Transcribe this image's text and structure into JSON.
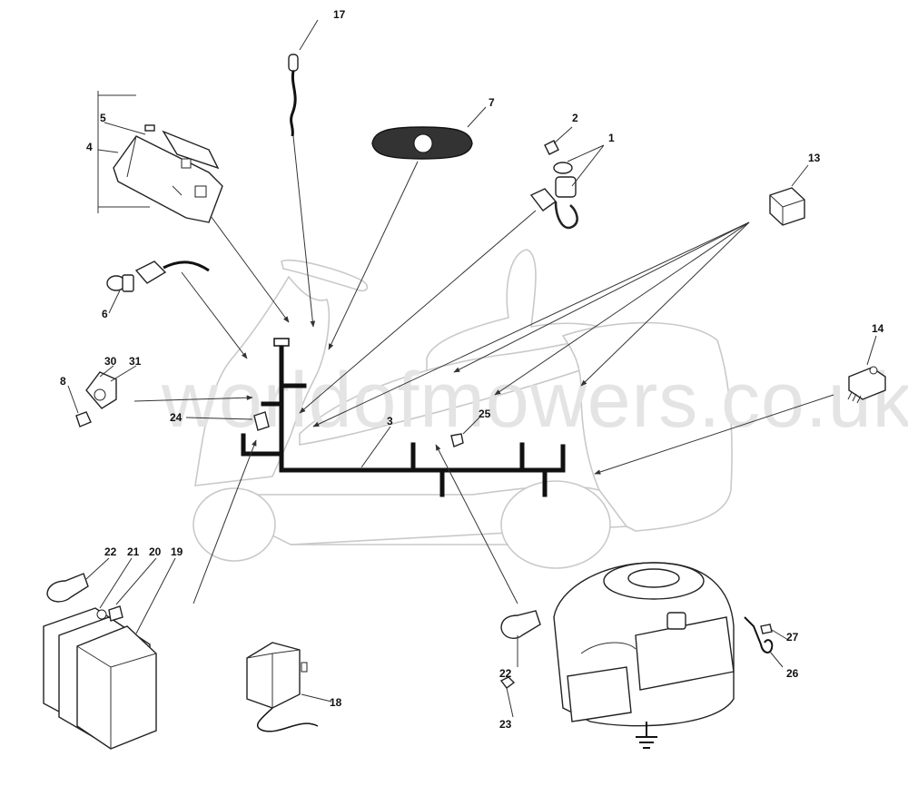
{
  "watermark": "worldofmowers.co.uk",
  "labels": {
    "l1": "1",
    "l2": "2",
    "l3": "3",
    "l4": "4",
    "l5": "5",
    "l6": "6",
    "l7": "7",
    "l8": "8",
    "l13": "13",
    "l14": "14",
    "l17": "17",
    "l18": "18",
    "l19": "19",
    "l20": "20",
    "l21": "21",
    "l22a": "22",
    "l22b": "22",
    "l23": "23",
    "l24": "24",
    "l25": "25",
    "l26": "26",
    "l27": "27",
    "l30": "30",
    "l31": "31"
  }
}
